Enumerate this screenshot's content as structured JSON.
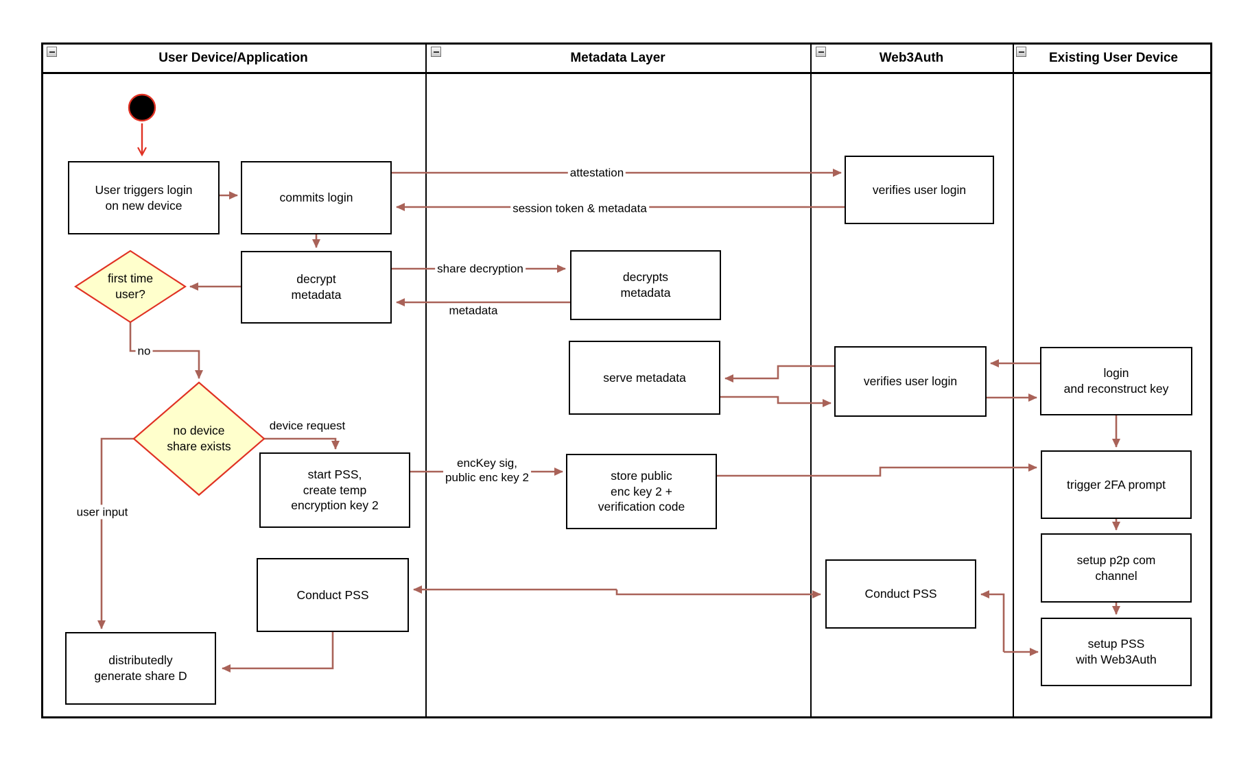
{
  "diagram": {
    "lanes": [
      {
        "title": "User Device/Application"
      },
      {
        "title": "Metadata Layer"
      },
      {
        "title": "Web3Auth"
      },
      {
        "title": "Existing User Device"
      }
    ],
    "nodes": {
      "user_triggers": {
        "label": "User triggers login\non new device"
      },
      "commits_login": {
        "label": "commits login"
      },
      "decrypt_metadata": {
        "label": "decrypt\nmetadata"
      },
      "first_time_user": {
        "label": "first time\nuser?"
      },
      "no_device_share": {
        "label": "no device\nshare exists"
      },
      "start_pss": {
        "label": "start PSS,\ncreate temp\nencryption key 2"
      },
      "conduct_pss_user": {
        "label": "Conduct PSS"
      },
      "generate_share_d": {
        "label": "distributedly\ngenerate share D"
      },
      "decrypts_metadata": {
        "label": "decrypts\nmetadata"
      },
      "serve_metadata": {
        "label": "serve metadata"
      },
      "store_public_key": {
        "label": "store public\nenc key 2 +\nverification code"
      },
      "verifies_user_login_1": {
        "label": "verifies user login"
      },
      "verifies_user_login_2": {
        "label": "verifies user login"
      },
      "conduct_pss_web3auth": {
        "label": "Conduct PSS"
      },
      "login_reconstruct": {
        "label": "login\nand reconstruct key"
      },
      "trigger_2fa": {
        "label": "trigger 2FA prompt"
      },
      "setup_p2p": {
        "label": "setup p2p com\nchannel"
      },
      "setup_pss": {
        "label": "setup PSS\nwith Web3Auth"
      }
    },
    "edge_labels": {
      "attestation": "attestation",
      "session_token": "session token & metadata",
      "share_decryption": "share decryption",
      "metadata": "metadata",
      "no": "no",
      "device_request": "device request",
      "user_input": "user input",
      "enckey": "encKey sig,\npublic enc key 2"
    },
    "colors": {
      "edge": "#a96258",
      "accent_red": "#e03123",
      "decision_fill": "#ffffcc",
      "node_border": "#000000",
      "node_fill": "#ffffff"
    }
  }
}
